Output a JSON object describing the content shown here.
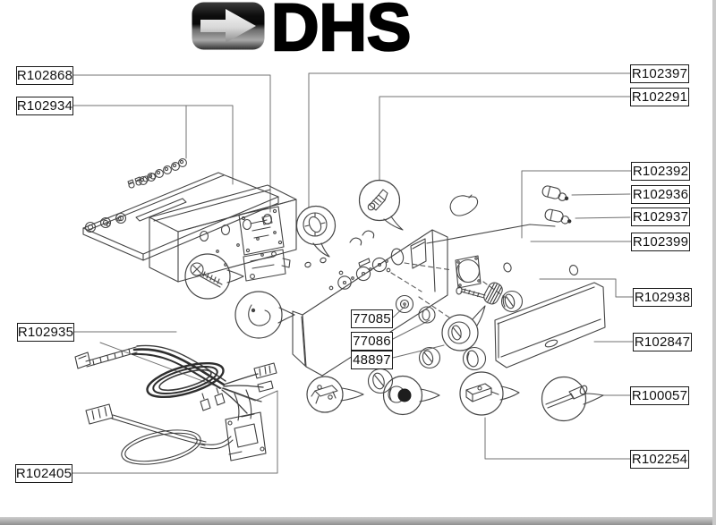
{
  "logo": {
    "brand": "DHS",
    "icon": "arrow-right-icon"
  },
  "part_labels": {
    "r102868": "R102868",
    "r102934": "R102934",
    "r102935": "R102935",
    "r102405": "R102405",
    "r102397": "R102397",
    "r102291": "R102291",
    "r102392": "R102392",
    "r102936": "R102936",
    "r102937": "R102937",
    "r102399": "R102399",
    "r102938": "R102938",
    "r102847": "R102847",
    "r100057": "R100057",
    "r102254": "R102254",
    "c77085": "77085",
    "c77086": "77086",
    "c48897": "48897"
  },
  "colors": {
    "line_art": "#454545",
    "leader": "#707070",
    "label_border": "#1a1a1a",
    "scan_strip": "#9a9a9a"
  }
}
